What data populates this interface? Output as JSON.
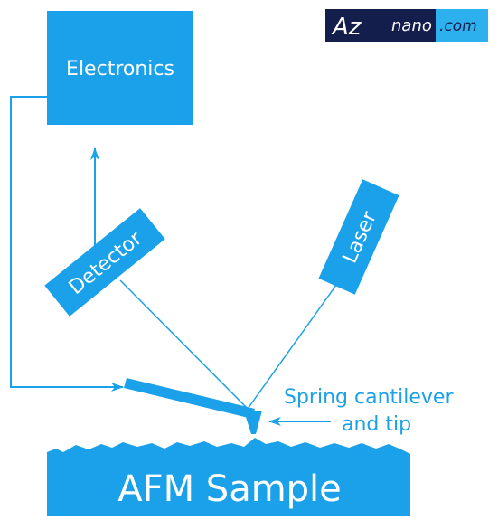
{
  "colors": {
    "primary": "#1BA1E9",
    "text_on_primary": "#FFFFFF",
    "logo_dark": "#141E4D",
    "logo_light": "#2CB0EE"
  },
  "logo": {
    "part1": "Az",
    "part2": "nano",
    "part3": ".com"
  },
  "boxes": {
    "electronics": "Electronics",
    "detector": "Detector",
    "laser": "Laser"
  },
  "labels": {
    "cantilever_line1": "Spring cantilever",
    "cantilever_line2": "and tip",
    "sample": "AFM Sample"
  }
}
